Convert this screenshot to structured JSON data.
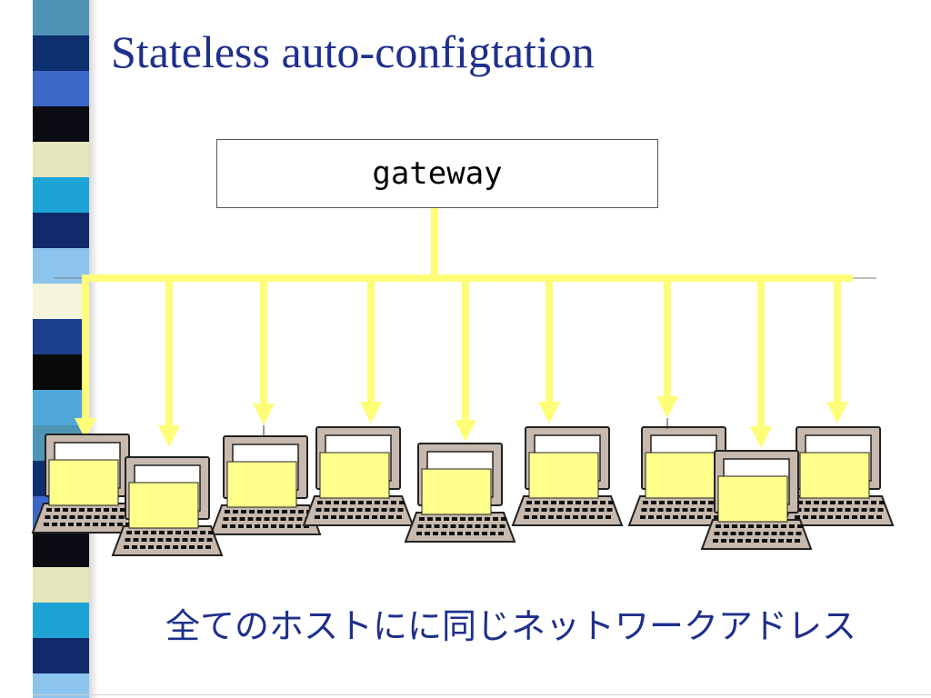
{
  "slide": {
    "title": "Stateless auto-configtation",
    "caption": "全てのホストにに同じネットワークアドレス"
  },
  "diagram": {
    "gateway_label": "gateway",
    "host_count": 9
  },
  "colors": {
    "title": "#1f2f8c",
    "link": "#fdfd78",
    "host_label": "#ffff8c",
    "strip": [
      "#4f93b5",
      "#0d2f6e",
      "#3c66c8",
      "#0c0c14",
      "#e6e6bc",
      "#1ea3d6",
      "#102a6b",
      "#8cc4ee",
      "#f5f5dc",
      "#1b3f8b",
      "#0a0a0a",
      "#4fa8d8"
    ]
  }
}
